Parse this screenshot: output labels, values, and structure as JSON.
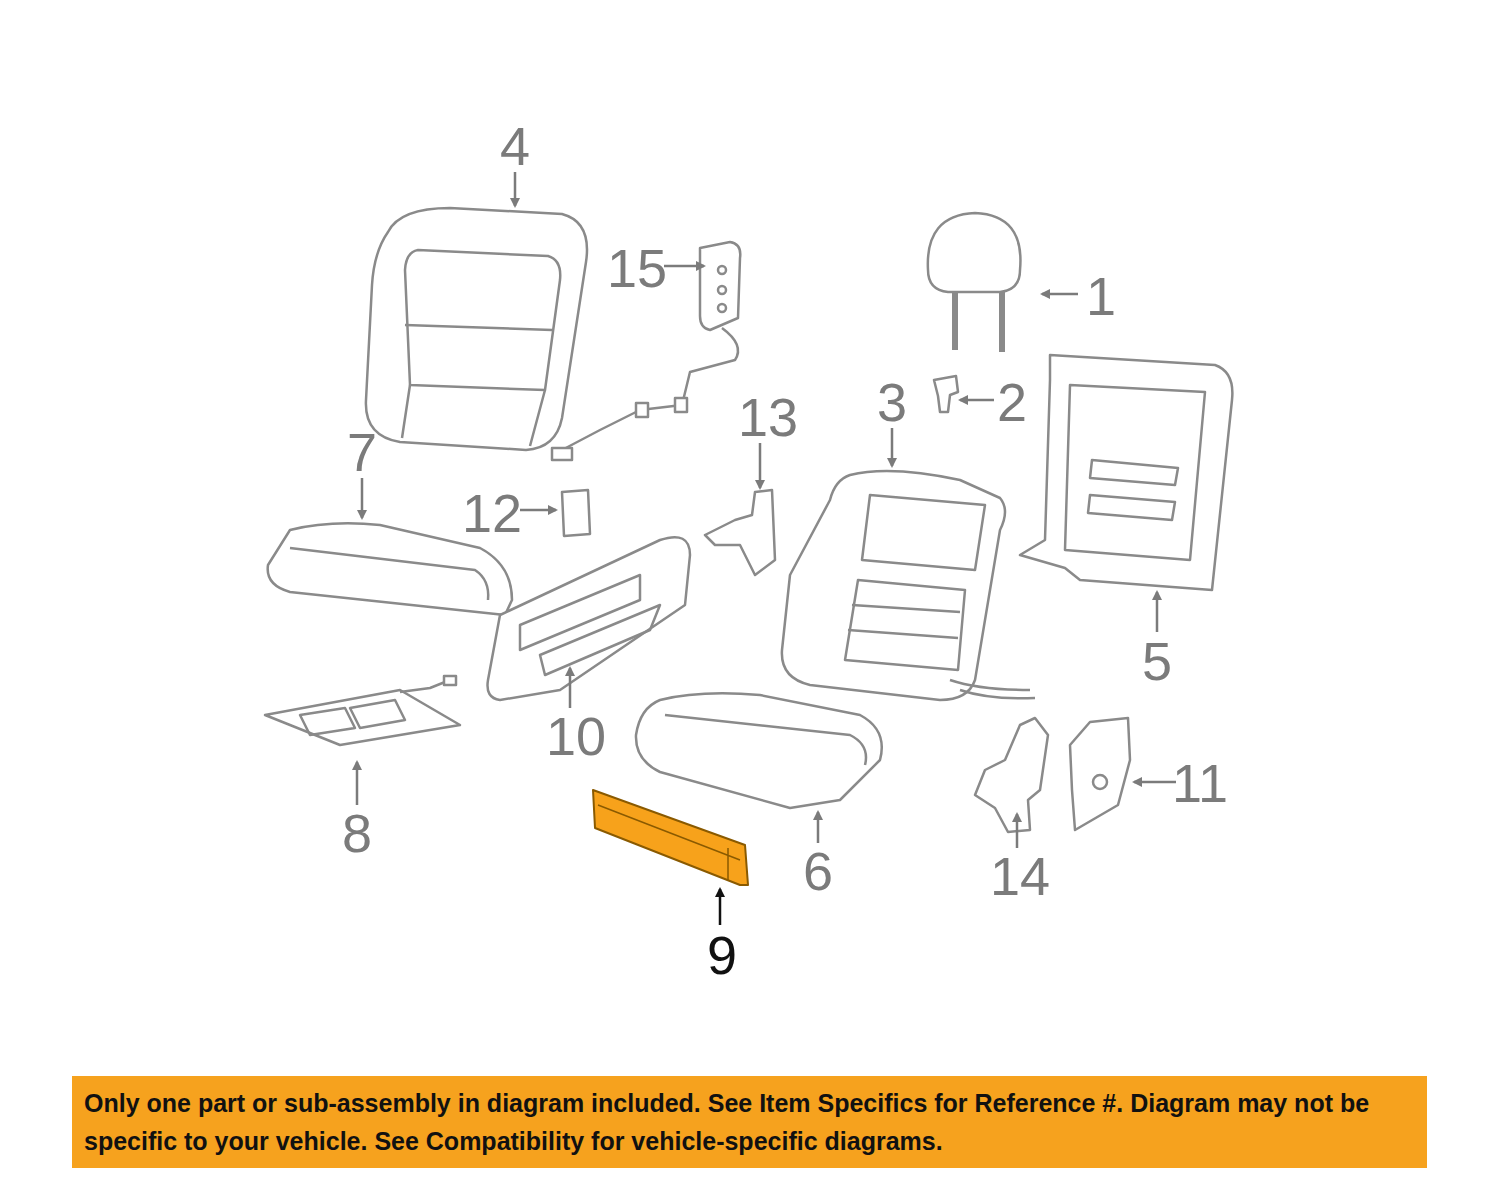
{
  "diagram": {
    "nodes": [
      {
        "text": [
          "Only one part or sub-assembly in diagram included. See Item Specifics for Reference #. Diagram may not be specific to your vehicle. See Compatibility for vehicle-specific diagrams."
        ]
      }
    ],
    "labels": [
      "4",
      "15",
      "1",
      "3",
      "2",
      "13",
      "7",
      "12",
      "10",
      "5",
      "11",
      "8",
      "6",
      "14",
      "9"
    ]
  }
}
